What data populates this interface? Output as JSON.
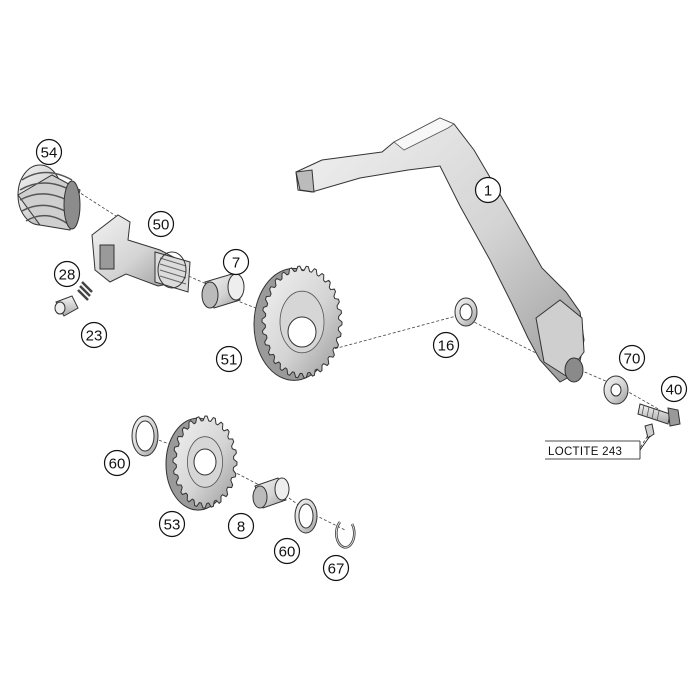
{
  "diagram": {
    "callouts": [
      {
        "id": "c1",
        "label": "1"
      },
      {
        "id": "c7",
        "label": "7"
      },
      {
        "id": "c8",
        "label": "8"
      },
      {
        "id": "c16",
        "label": "16"
      },
      {
        "id": "c23",
        "label": "23"
      },
      {
        "id": "c28",
        "label": "28"
      },
      {
        "id": "c40",
        "label": "40"
      },
      {
        "id": "c50",
        "label": "50"
      },
      {
        "id": "c51",
        "label": "51"
      },
      {
        "id": "c53",
        "label": "53"
      },
      {
        "id": "c54",
        "label": "54"
      },
      {
        "id": "c60a",
        "label": "60"
      },
      {
        "id": "c60b",
        "label": "60"
      },
      {
        "id": "c67",
        "label": "67"
      },
      {
        "id": "c70",
        "label": "70"
      }
    ],
    "note": "LOCTITE 243",
    "colors": {
      "part_fill": "#e6e6e6",
      "part_shade": "#a9a9a9",
      "part_dark": "#7a7a7a",
      "outline": "#333333",
      "callout_fill": "#ffffff",
      "callout_stroke": "#111111"
    }
  }
}
